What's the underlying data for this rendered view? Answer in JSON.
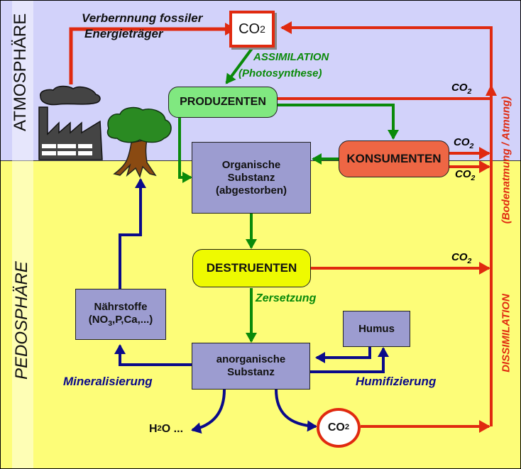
{
  "zones": {
    "atmosphere": "ATMOSPHÄRE",
    "pedosphere": "PEDOSPHÄRE"
  },
  "nodes": {
    "co2_top": {
      "main": "CO",
      "sub": "2"
    },
    "produzenten": "PRODUZENTEN",
    "konsumenten": "KONSUMENTEN",
    "destruenten": "DESTRUENTEN",
    "organische": [
      "Organische",
      "Substanz",
      "(abgestorben)"
    ],
    "anorganische": [
      "anorganische",
      "Substanz"
    ],
    "humus": "Humus",
    "naehrstoffe": {
      "line1": "Nährstoffe",
      "line2_a": "(NO",
      "line2_sub": "3",
      "line2_b": ",P,Ca,...)"
    },
    "co2_circle": {
      "main": "CO",
      "sub": "2"
    },
    "h2o": {
      "main": "H",
      "sub": "2",
      "rest": "O ..."
    }
  },
  "labels": {
    "verbrennung_1": "Verbernnung fossiler",
    "verbrennung_2": "Energieträger",
    "assimilation_1": "ASSIMILATION",
    "assimilation_2": "(Photosynthese)",
    "zersetzung": "Zersetzung",
    "mineralisierung": "Mineralisierung",
    "humifizierung": "Humifizierung",
    "dissimilation": "DISSIMILATION",
    "bodenatmung": "(Bodenatmung / Atmung)",
    "co2_main": "CO",
    "co2_sub": "2"
  },
  "icons": {
    "factory": "factory-icon",
    "smoke": "smoke-cloud-icon",
    "tree": "tree-icon"
  },
  "colors": {
    "atmosphere_bg": "#d2d2fa",
    "pedosphere_bg": "#fdfd78",
    "red_flow": "#e02a10",
    "green_flow": "#0a8a0a",
    "blue_flow": "#0a0a8a",
    "produzenten_fill": "#80e880",
    "konsumenten_fill": "#ee6644",
    "destruenten_fill": "#eefa00",
    "substance_fill": "#9c9cd0"
  }
}
